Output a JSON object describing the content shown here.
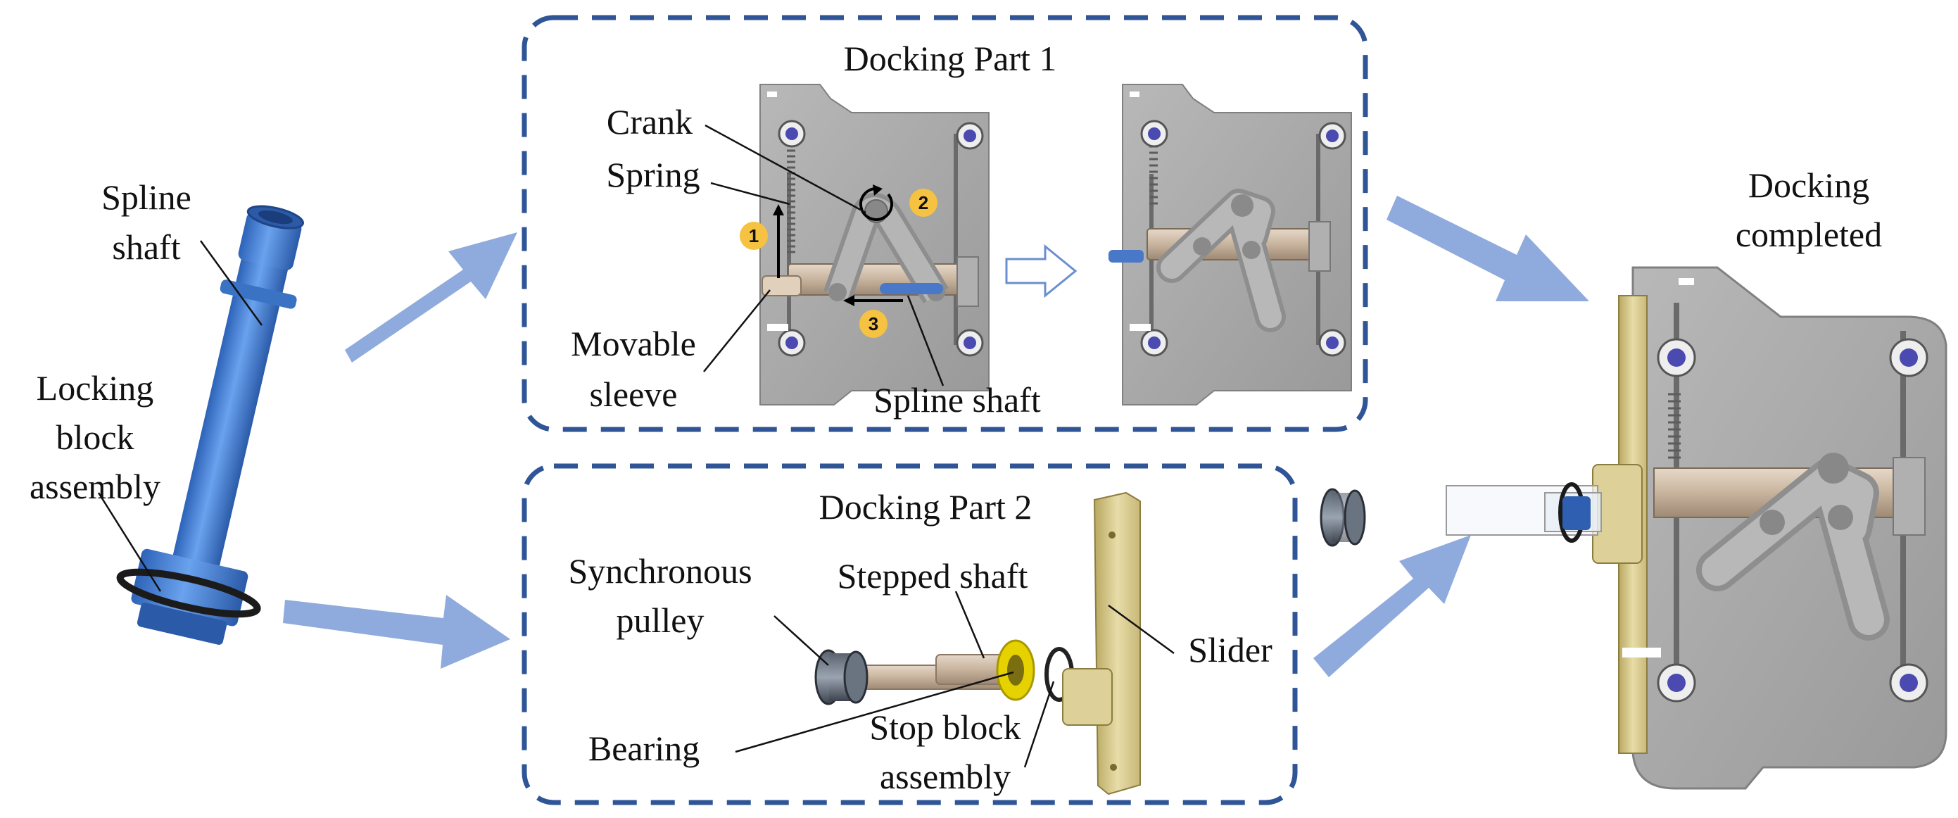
{
  "labels": {
    "spline_shaft_left_line1": "Spline",
    "spline_shaft_left_line2": "shaft",
    "locking_line1": "Locking",
    "locking_line2": "block",
    "locking_line3": "assembly",
    "crank": "Crank",
    "spring": "Spring",
    "movable_line1": "Movable",
    "movable_line2": "sleeve",
    "spline_shaft_bottom": "Spline shaft",
    "synchronous_line1": "Synchronous",
    "synchronous_line2": "pulley",
    "stepped_shaft": "Stepped shaft",
    "bearing": "Bearing",
    "stop_block_line1": "Stop block",
    "stop_block_line2": "assembly",
    "slider": "Slider",
    "completed_line1": "Docking",
    "completed_line2": "completed"
  },
  "boxes": {
    "part1_title": "Docking Part 1",
    "part2_title": "Docking Part 2"
  },
  "steps": {
    "step1": "1",
    "step2": "2",
    "step3": "3"
  },
  "colors": {
    "dashed_border": "#2f5597",
    "big_arrow": "#8faadc",
    "plate_gray": "#a6a6a6",
    "spline_blue": "#4a86d8",
    "slider_khaki": "#d8cc90",
    "sleeve_tan": "#c9b39d",
    "bearing_yellow": "#e6d200",
    "step_marker": "#f5c242"
  }
}
